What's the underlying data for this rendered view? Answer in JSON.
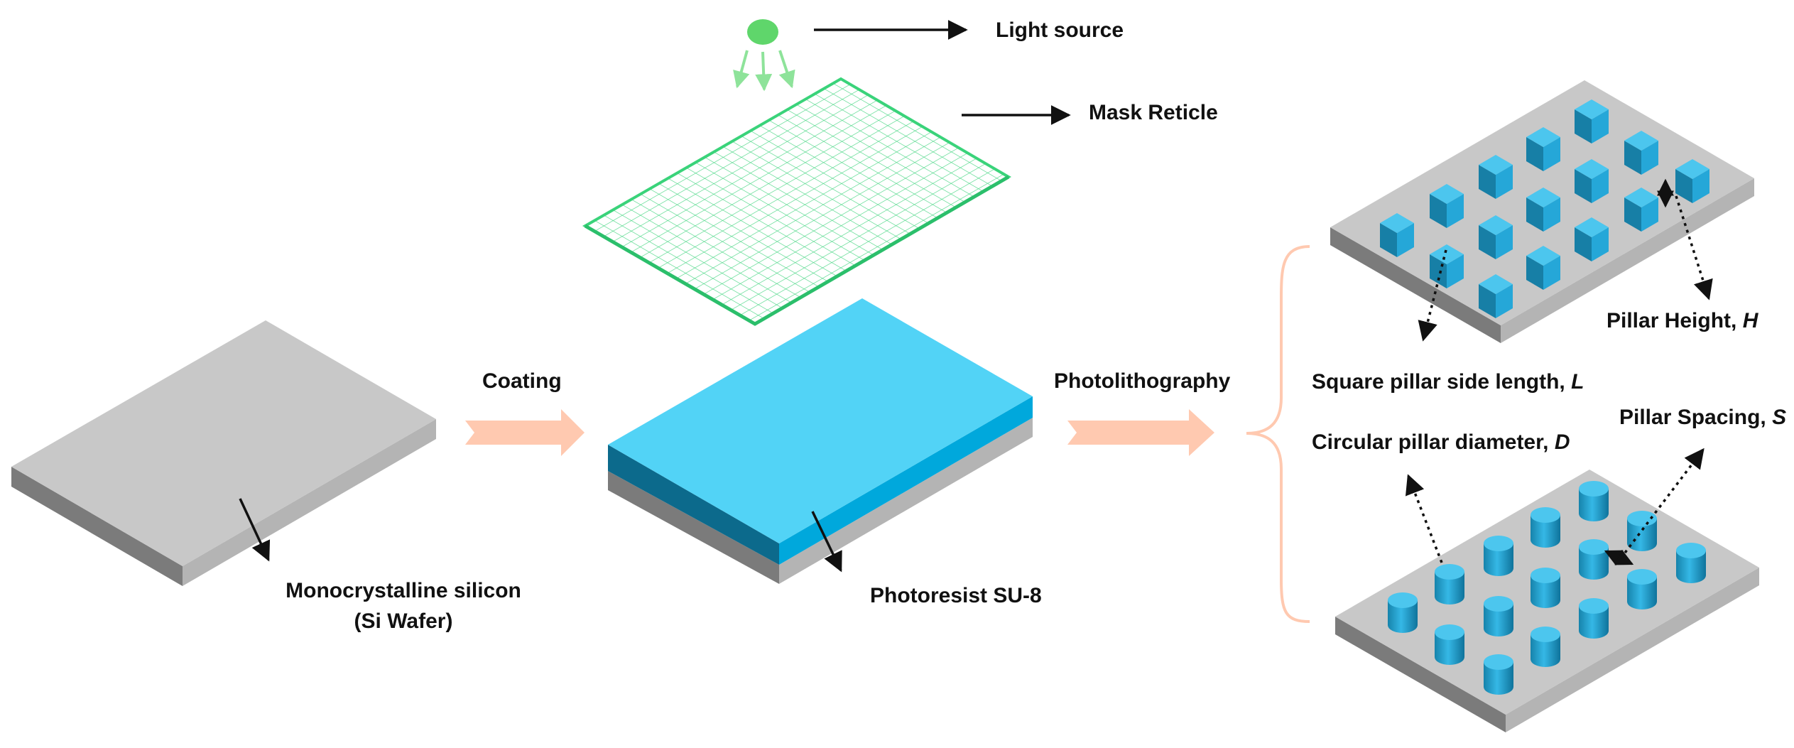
{
  "labels": {
    "light_source": "Light source",
    "mask_reticle": "Mask Reticle",
    "coating": "Coating",
    "photolithography": "Photolithography",
    "wafer_line1": "Monocrystalline silicon",
    "wafer_line2": "(Si Wafer)",
    "photoresist": "Photoresist SU-8",
    "square_side": "Square pillar side length, ",
    "square_side_var": "L",
    "pillar_height": "Pillar Height, ",
    "pillar_height_var": "H",
    "circular_diameter": "Circular pillar diameter, ",
    "circular_diameter_var": "D",
    "pillar_spacing": "Pillar Spacing, ",
    "pillar_spacing_var": "S"
  },
  "colors": {
    "silicon_top": "#c8c8c8",
    "silicon_side_left": "#7b7b7b",
    "silicon_side_right": "#b4b4b4",
    "photoresist_top": "#52d3f6",
    "photoresist_left": "#0c6a8c",
    "photoresist_right": "#00a8dc",
    "mask_green": "#3ad37a",
    "light_source": "#5fd66b",
    "process_arrow": "#ffc9b0",
    "brace": "#ffc9b0",
    "pillar_top": "#4cc6ee",
    "pillar_left": "#177fa6",
    "pillar_right": "#25a7d8"
  }
}
